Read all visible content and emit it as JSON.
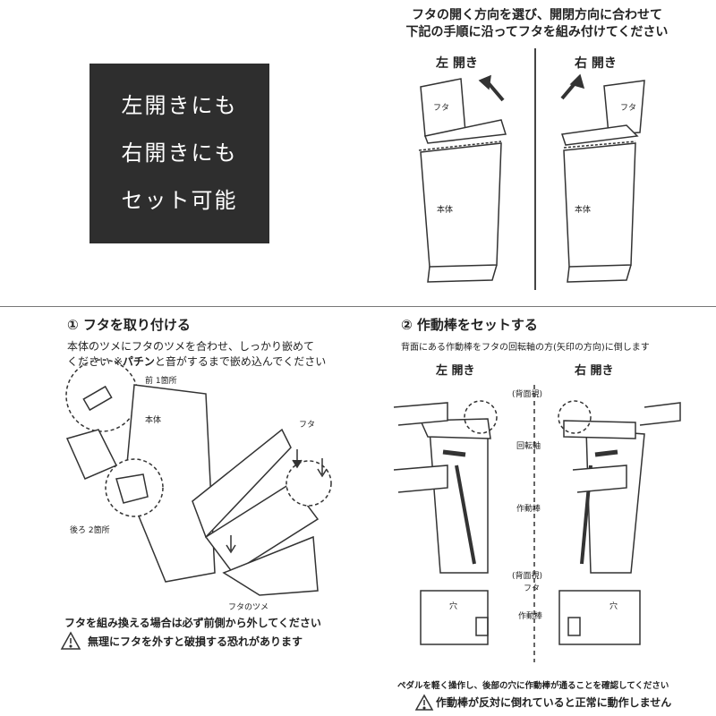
{
  "promo": {
    "line1": "左開きにも",
    "line2": "右開きにも",
    "line3": "セット可能"
  },
  "top_section": {
    "instruction_line1": "フタの開く方向を選び、開閉方向に合わせて",
    "instruction_line2": "下記の手順に沿ってフタを組み付けてください",
    "left_open": "左 開き",
    "right_open": "右 開き",
    "lid_label": "フタ",
    "body_label": "本体"
  },
  "step1": {
    "title": "① フタを取り付ける",
    "desc_line1": "本体のツメにフタのツメを合わせ、しっかり嵌めて",
    "desc_line2_a": "ください ※",
    "desc_line2_b": "パチン",
    "desc_line2_c": "と音がするまで嵌め込んでください",
    "front_label": "前 1箇所",
    "body_label": "本体",
    "lid_label": "フタ",
    "back_label": "後ろ 2箇所",
    "lid_claw_label": "フタのツメ",
    "note1": "フタを組み換える場合は必ず前側から外してください",
    "warning_icon": "warning-triangle-icon",
    "note2": "無理にフタを外すと破損する恐れがあります"
  },
  "step2": {
    "title": "② 作動棒をセットする",
    "desc": "背面にある作動棒をフタの回転軸の方(矢印の方向)に倒します",
    "left_open": "左 開き",
    "right_open": "右 開き",
    "back_view_1": "(背面視)",
    "rotation_axis": "回転軸",
    "rod_1": "作動棒",
    "back_view_2": "(背面視)",
    "lid_label": "フタ",
    "hole_left": "穴",
    "rod_2": "作動棒",
    "hole_right": "穴",
    "note1": "ペダルを軽く操作し、後部の穴に作動棒が通ることを確認してください",
    "warning_icon": "warning-triangle-icon",
    "note2": "作動棒が反対に倒れていると正常に動作しません"
  }
}
